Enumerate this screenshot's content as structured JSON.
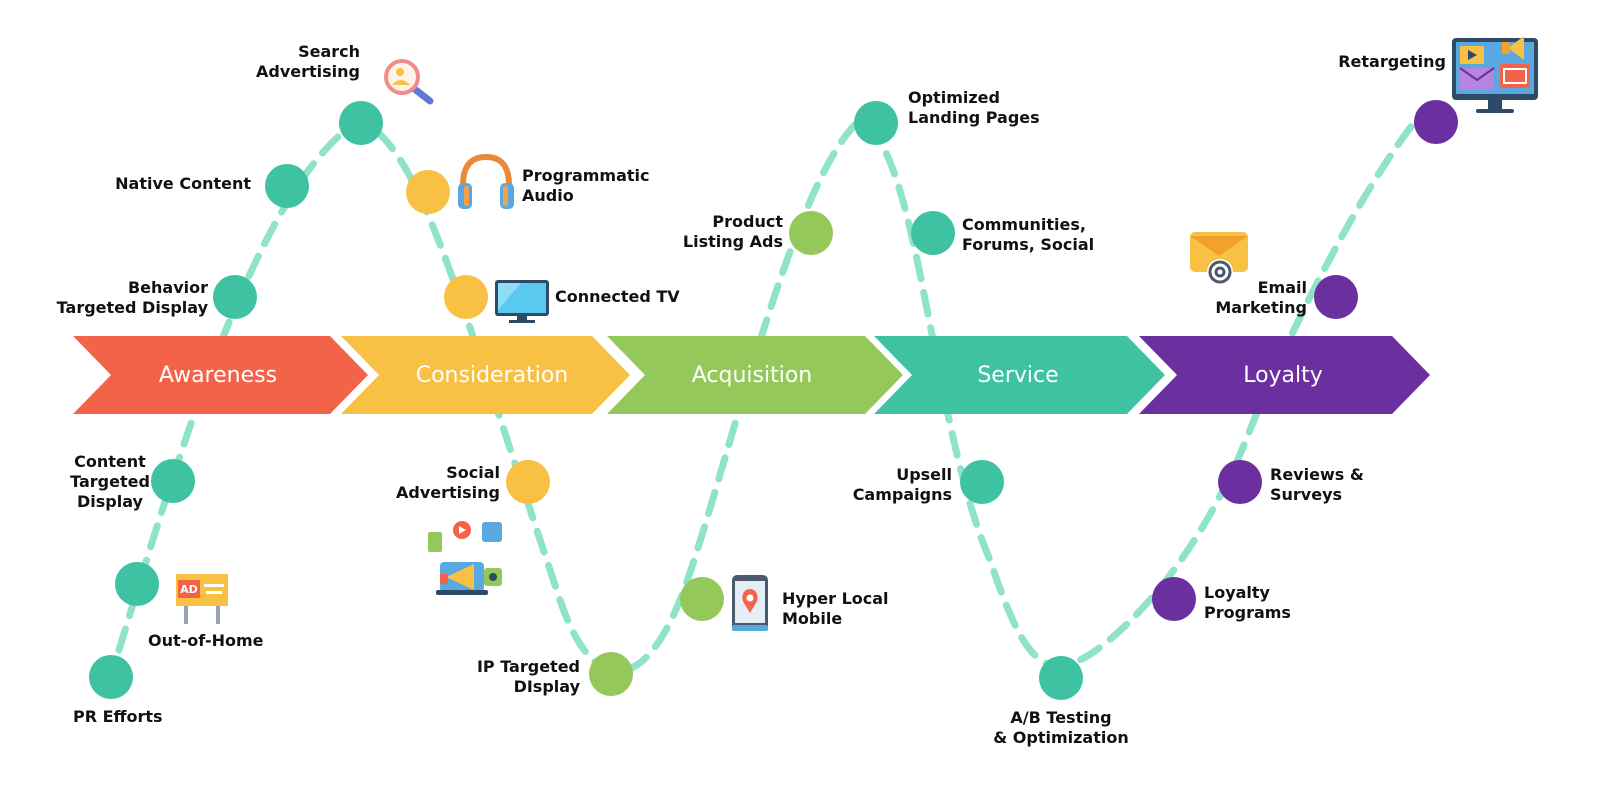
{
  "colors": {
    "awareness": "#F2634A",
    "consideration": "#F8C143",
    "acquisition": "#95C85A",
    "service": "#3FC2A2",
    "loyalty": "#6C2FA0",
    "path": "#8FE3C8"
  },
  "stages": [
    {
      "label": "Awareness"
    },
    {
      "label": "Consideration"
    },
    {
      "label": "Acquisition"
    },
    {
      "label": "Service"
    },
    {
      "label": "Loyalty"
    }
  ],
  "touchpoints": {
    "search_advertising": "Search\nAdvertising",
    "native_content": "Native Content",
    "behavior_targeted_display": "Behavior\nTargeted Display",
    "content_targeted_display": "Content\nTargeted\nDisplay",
    "out_of_home": "Out-of-Home",
    "pr_efforts": "PR Efforts",
    "programmatic_audio": "Programmatic\nAudio",
    "connected_tv": "Connected TV",
    "social_advertising": "Social\nAdvertising",
    "ip_targeted_display": "IP Targeted\nDIsplay",
    "product_listing_ads": "Product\nListing Ads",
    "hyper_local_mobile": "Hyper Local\nMobile",
    "optimized_landing_pages": "Optimized\nLanding Pages",
    "communities_forums_social": "Communities,\nForums, Social",
    "upsell_campaigns": "Upsell\nCampaigns",
    "ab_testing": "A/B Testing\n& Optimization",
    "email_marketing": "Email\nMarketing",
    "retargeting": "Retargeting",
    "reviews_surveys": "Reviews &\nSurveys",
    "loyalty_programs": "Loyalty\nPrograms"
  },
  "icons": {
    "search_advertising": "magnifier-icon",
    "out_of_home": "billboard-ad-icon",
    "programmatic_audio": "headphones-icon",
    "connected_tv": "tv-monitor-icon",
    "social_advertising": "social-media-megaphone-icon",
    "hyper_local_mobile": "mobile-location-pin-icon",
    "email_marketing": "email-envelope-icon",
    "retargeting": "retargeting-monitor-icon",
    "billboard_text": "AD"
  }
}
